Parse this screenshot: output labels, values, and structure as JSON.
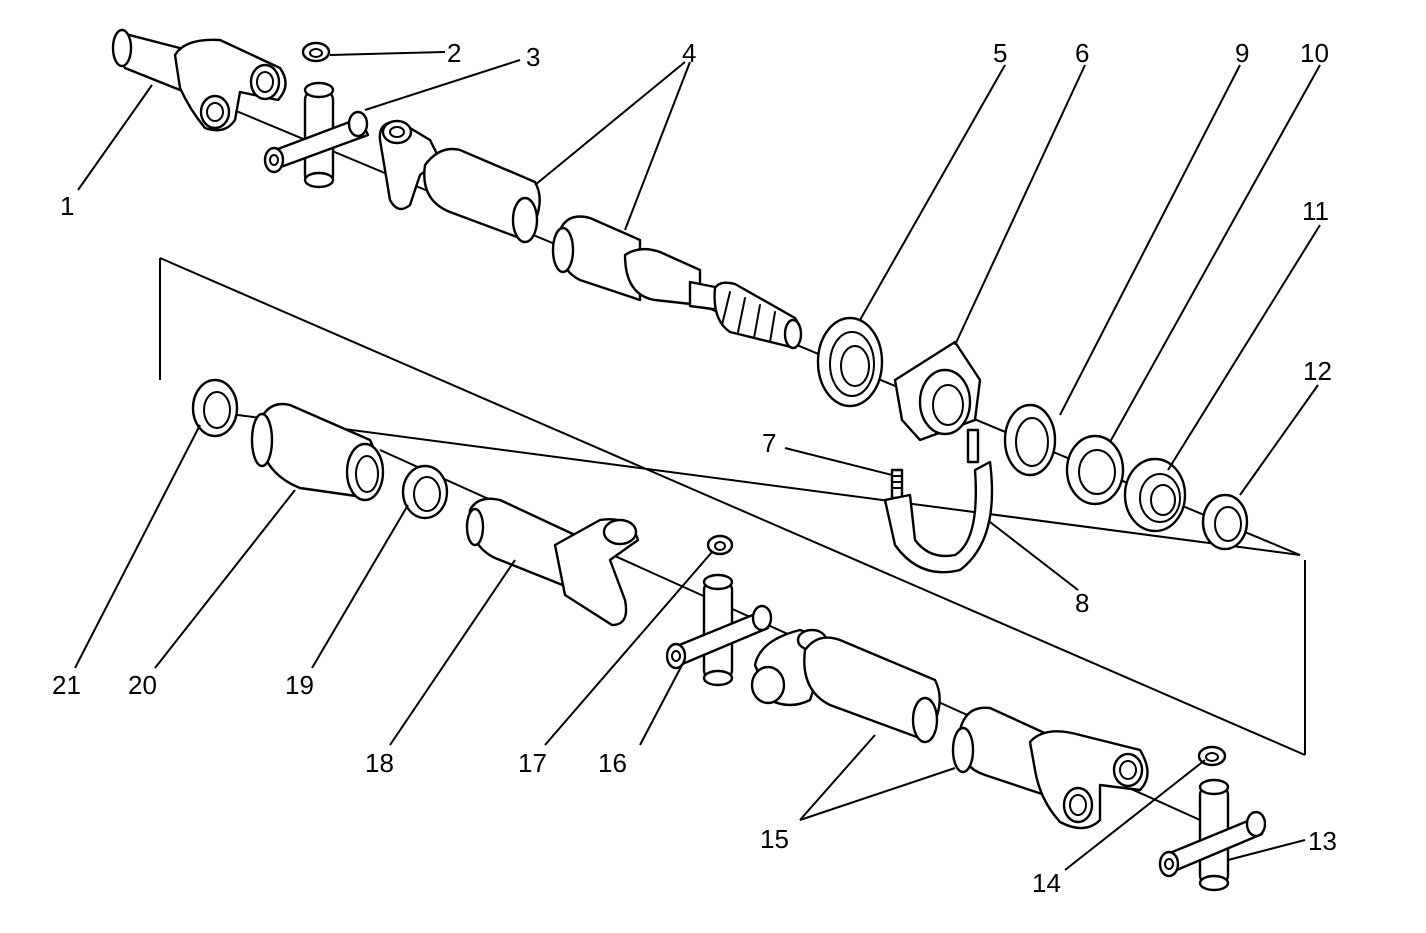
{
  "callouts": [
    "1",
    "2",
    "3",
    "4",
    "5",
    "6",
    "7",
    "8",
    "9",
    "10",
    "11",
    "12",
    "13",
    "14",
    "15",
    "16",
    "17",
    "18",
    "19",
    "20",
    "21"
  ]
}
